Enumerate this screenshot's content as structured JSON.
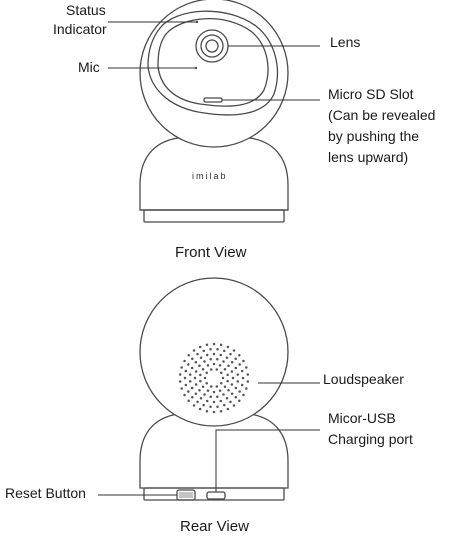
{
  "colors": {
    "outline": "#4a4a4a",
    "leader": "#333333",
    "text": "#1a1a1a"
  },
  "front_view": {
    "title": "Front View",
    "brand": "imilab",
    "labels": {
      "status_indicator": [
        "Status",
        "Indicator"
      ],
      "mic": "Mic",
      "lens": "Lens",
      "micro_sd_slot": [
        "Micro SD Slot",
        "(Can be revealed",
        "by pushing the",
        "lens upward)"
      ]
    }
  },
  "rear_view": {
    "title": "Rear View",
    "labels": {
      "loudspeaker": "Loudspeaker",
      "charging_port": [
        "Micor-USB",
        "Charging port"
      ],
      "reset_button": "Reset Button"
    }
  }
}
